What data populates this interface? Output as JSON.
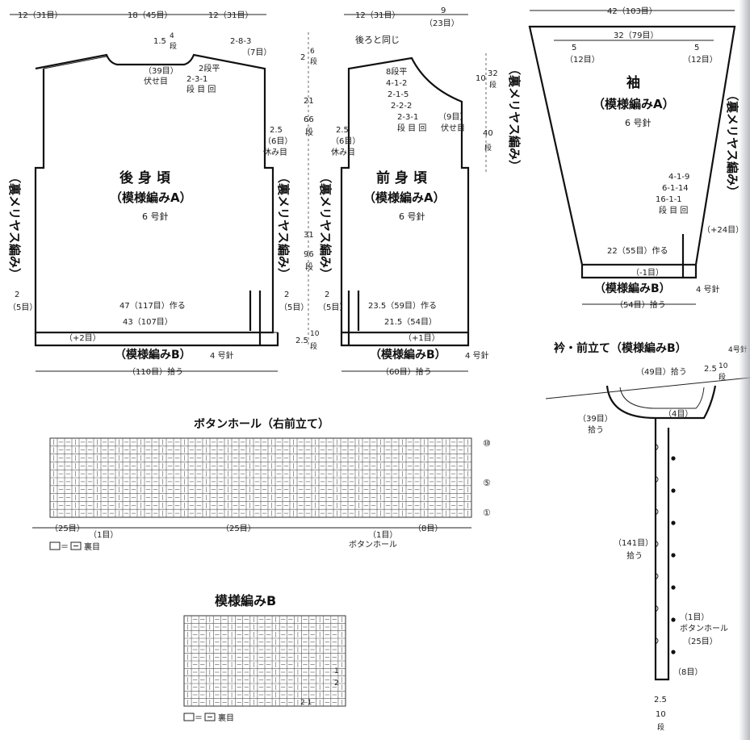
{
  "back": {
    "title": "後 身 頃",
    "pattern": "（模様編みA）",
    "needle": "6 号針",
    "top_dims": [
      "12（31目）",
      "18（45目）",
      "12（31目）"
    ],
    "neck_depth": "1.5",
    "neck_rows": "4",
    "neck_rows_unit": "段",
    "shoulder_rule": "2-8-3",
    "shoulder_rule_sts": "（7目）",
    "neck_bind": "（39目）",
    "neck_bind_label": "伏せ目",
    "neck_dec_head": "2段平",
    "neck_dec_rule": "2-3-1",
    "neck_dec_units": "段 目 回",
    "armhole": "2.5",
    "armhole_sts": "（6目）",
    "armhole_label": "休み目",
    "side_note": "（裏メリヤス編み）",
    "side_num": "2",
    "side_sts": "（5目）",
    "cast_on": "47（117目）作る",
    "width": "43（107目）",
    "inc": "（+2目）",
    "rib": "（模様編みB）",
    "rib_needle": "4 号針",
    "pickup": "（110目）拾う"
  },
  "mid": {
    "depth_top": "2",
    "depth_top_rows": "6",
    "depth_top_unit": "段",
    "armhole_h": "21",
    "armhole_h_rows": "66",
    "armhole_h_unit": "段",
    "body_h": "31",
    "body_h_rows": "96",
    "body_h_unit": "段",
    "rib_h": "2.5",
    "rib_h_rows": "10",
    "rib_h_unit": "段"
  },
  "front": {
    "title": "前 身 頃",
    "pattern": "（模様編みA）",
    "needle": "6 号針",
    "top_dim": "12（31目）",
    "top_dim2": "9",
    "top_dim2_sts": "（23目）",
    "same_as_back": "後ろと同じ",
    "neck_head": "8段平",
    "neck_rules": [
      "4-1-2",
      "2-1-5",
      "2-2-2",
      "2-3-1"
    ],
    "neck_bind": "（9目）",
    "neck_units": "段 目 回",
    "neck_bind_label": "伏せ目",
    "neck_h": "10",
    "neck_h_rows": "32",
    "neck_h_unit": "段",
    "side_h": "40",
    "side_h_unit": "段",
    "armhole": "2.5",
    "armhole_sts": "（6目）",
    "armhole_label": "休み目",
    "side_note": "（裏メリヤス編み）",
    "side_num": "2",
    "side_sts": "（5目）",
    "cast_on": "23.5（59目）作る",
    "width": "21.5（54目）",
    "inc": "（+1目）",
    "rib": "（模様編みB）",
    "rib_needle": "4 号針",
    "pickup": "（60目）拾う"
  },
  "sleeve": {
    "title": "袖",
    "pattern": "（模様編みA）",
    "needle": "6 号針",
    "top": "42（103目）",
    "inner": "32（79目）",
    "side_l": "5",
    "side_l_sts": "（12目）",
    "side_r": "5",
    "side_r_sts": "（12目）",
    "inc_rules": [
      "4-1-9",
      "6-1-14",
      "16-1-1"
    ],
    "inc_units": "段 目 回",
    "side_note": "（裏メリヤス編み）",
    "plus": "（+24目）",
    "cast_on": "22（55目）作る",
    "dec": "（-1目）",
    "rib": "（模様編みB）",
    "rib_needle": "4 号針",
    "pickup": "（54目）拾う"
  },
  "buttonhole": {
    "title": "ボタンホール（右前立て）",
    "row_labels": [
      "⑩",
      "⑤",
      "①"
    ],
    "counts": [
      "（25目）",
      "（1目）",
      "（25目）",
      "（1目）",
      "（8目）"
    ],
    "legend_eq": "＝",
    "legend_label": "裏目",
    "label": "ボタンホール"
  },
  "patternB": {
    "title": "模様編みB",
    "row_labels": [
      "1",
      "2",
      "2 1"
    ],
    "legend_eq": "＝",
    "legend_label": "裏目"
  },
  "collar": {
    "title": "衿・前立て（模様編みB）",
    "needle": "4号針",
    "neck_pickup": "（49目）拾う",
    "depth": "2.5",
    "depth_rows": "10",
    "depth_unit": "段",
    "side_pickup": "（39目）",
    "side_pickup_label": "拾う",
    "corner": "（4目）",
    "front_pickup": "（141目）",
    "front_pickup_label": "拾う",
    "bh_sts": "（1目）",
    "bh_label": "ボタンホール",
    "bh_gap": "（25目）",
    "bottom_sts": "（8目）",
    "bottom_h": "2.5",
    "bottom_h_rows": "10",
    "bottom_h_unit": "段"
  }
}
